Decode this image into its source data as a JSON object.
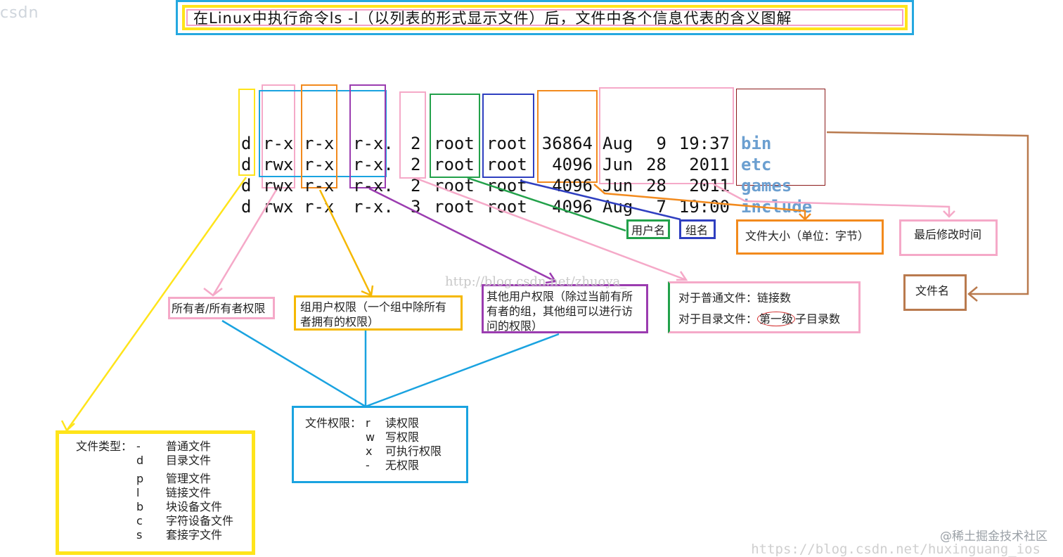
{
  "logo": "csdn",
  "title": "在Linux中执行命令ls -l（以列表的形式显示文件）后，文件中各个信息代表的含义图解",
  "listing": {
    "type_col": [
      "d",
      "d",
      "d",
      "d"
    ],
    "owner_perm": [
      "r-x",
      "rwx",
      "rwx",
      "rwx"
    ],
    "group_perm": [
      "r-x",
      "r-x",
      "r-x",
      "r-x"
    ],
    "other_perm": [
      "r-x.",
      "r-x.",
      "r-x.",
      "r-x."
    ],
    "links": [
      "2",
      "2",
      "2",
      "3"
    ],
    "user": [
      "root",
      "root",
      "root",
      "root"
    ],
    "group": [
      "root",
      "root",
      "root",
      "root"
    ],
    "size": [
      "36864",
      "4096",
      "4096",
      "4096"
    ],
    "month": [
      "Aug",
      "Jun",
      "Jun",
      "Aug"
    ],
    "day": [
      "9",
      "28",
      "28",
      "7"
    ],
    "time": [
      "19:37",
      "2011",
      "2011",
      "19:00"
    ],
    "name": [
      "bin",
      "etc",
      "games",
      "include"
    ]
  },
  "labels": {
    "username": "用户名",
    "groupname": "组名",
    "filesize": "文件大小（单位：字节）",
    "mtime": "最后修改时间",
    "filename": "文件名",
    "owner": "所有者/所有者权限",
    "group_user": "组用户权限（一个组中除所有者拥有的权限）",
    "others": "其他用户权限（除过当前有所有者的组，其他组可以进行访问的权限）",
    "links_line1": "对于普通文件：链接数",
    "links_line2_prefix": "对于目录文件：",
    "links_line2_circled": "第一级",
    "links_line2_suffix": "子目录数"
  },
  "perm_box": {
    "heading": "文件权限：",
    "items": [
      {
        "sym": "r",
        "desc": "读权限"
      },
      {
        "sym": "w",
        "desc": "写权限"
      },
      {
        "sym": "x",
        "desc": "可执行权限"
      },
      {
        "sym": "-",
        "desc": "无权限"
      }
    ]
  },
  "type_box": {
    "heading": "文件类型：",
    "items": [
      {
        "sym": "-",
        "desc": "普通文件"
      },
      {
        "sym": "d",
        "desc": "目录文件"
      },
      {
        "sym": "p",
        "desc": "管理文件"
      },
      {
        "sym": "l",
        "desc": "链接文件"
      },
      {
        "sym": "b",
        "desc": "块设备文件"
      },
      {
        "sym": "c",
        "desc": "字符设备文件"
      },
      {
        "sym": "s",
        "desc": "套接字文件"
      }
    ]
  },
  "watermark": "http://blog.csdn.net/zhuoya_",
  "site_mark": "@稀土掘金技术社区",
  "csdn_url": "https://blog.csdn.net/huxinguang_ios",
  "colors": {
    "yellow": "#ffe41a",
    "pink": "#f5a9c8",
    "orange": "#f28a1d",
    "purple": "#9b3cb0",
    "green": "#22a14a",
    "blue": "#2f3fc0",
    "brown": "#b97a4e",
    "darkred": "#8b1a1a",
    "cyan": "#1aa3e0",
    "gold": "#f5b800",
    "filename": "#6b9fd0"
  }
}
